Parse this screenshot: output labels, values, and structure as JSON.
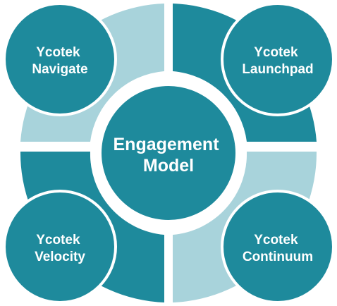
{
  "center": {
    "line1": "Engagement",
    "line2": "Model"
  },
  "nodes": {
    "top_left": {
      "line1": "Ycotek",
      "line2": "Navigate"
    },
    "top_right": {
      "line1": "Ycotek",
      "line2": "Launchpad"
    },
    "bottom_left": {
      "line1": "Ycotek",
      "line2": "Velocity"
    },
    "bottom_right": {
      "line1": "Ycotek",
      "line2": "Continuum"
    }
  },
  "colors": {
    "dark_teal": "#1e8a9c",
    "light_teal": "#a8d3db",
    "text": "#ffffff",
    "background": "#ffffff"
  }
}
